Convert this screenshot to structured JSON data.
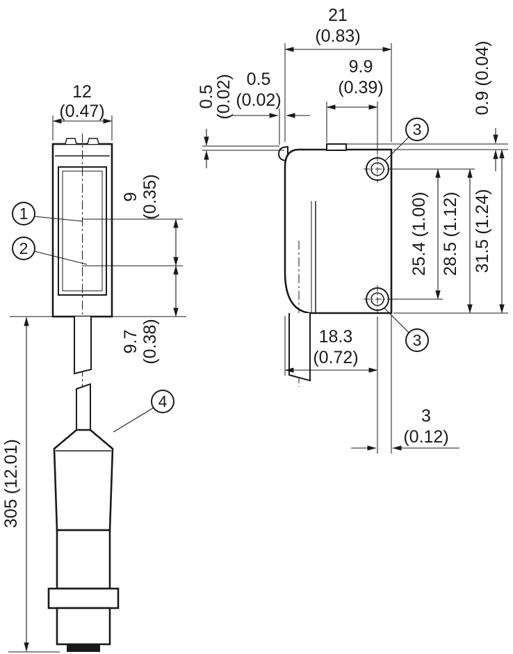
{
  "drawing": {
    "callouts": {
      "item1": "1",
      "item2": "2",
      "item3_top": "3",
      "item3_bottom": "3",
      "item4": "4"
    },
    "front_view": {
      "width_mm": "12",
      "width_in": "(0.47)",
      "beam_spacing_mm": "9",
      "beam_spacing_in": "(0.35)",
      "beam_to_base_mm": "9.7",
      "beam_to_base_in": "(0.38)",
      "cable_length": "305 (12.01)"
    },
    "side_view": {
      "width_mm": "21",
      "width_in": "(0.83)",
      "hole_to_center_mm": "9.9",
      "hole_to_center_in": "(0.39)",
      "lens_protrusion_mm": "0.5",
      "lens_protrusion_in": "(0.02)",
      "lens_step_mm": "0.5",
      "lens_step_in": "(0.02)",
      "top_step": "0.9 (0.04)",
      "hole_pitch": "25.4 (1.00)",
      "hole_to_base": "28.5 (1.12)",
      "overall_height": "31.5 (1.24)",
      "front_to_hole_mm": "18.3",
      "front_to_hole_in": "(0.72)",
      "hole_to_back_mm": "3",
      "hole_to_back_in": "(0.12)"
    }
  }
}
